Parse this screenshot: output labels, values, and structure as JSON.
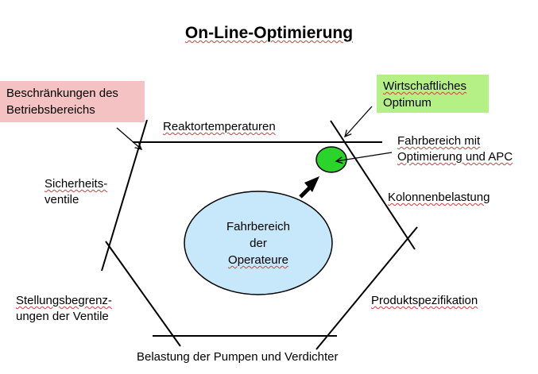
{
  "title": "On-Line-Optimierung",
  "colors": {
    "constraints_box_fill": "#f4c2c2",
    "optimum_box_fill": "#b5f086",
    "operator_region_fill": "#c6e8fa",
    "optimum_point_fill": "#2ad42a",
    "line_color": "#000000"
  },
  "boxes": {
    "constraints": [
      "Beschränkungen des",
      "Betriebsbereichs"
    ],
    "optimum": [
      "Wirtschaftliches",
      "Optimum"
    ]
  },
  "labels": {
    "reactor_temperatures": "Reaktortemperaturen",
    "apc_range": [
      "Fahrbereich mit",
      "Optimierung und APC"
    ],
    "safety_valves": [
      "Sicherheits-",
      "ventile"
    ],
    "column_load": "Kolonnenbelastung",
    "operator_range": [
      "Fahrbereich",
      "der",
      "Operateure"
    ],
    "valve_limits": [
      "Stellungsbegrenz-",
      "ungen der Ventile"
    ],
    "product_spec": "Produktspezifikation",
    "pump_load": "Belastung der Pumpen und Verdichter"
  }
}
